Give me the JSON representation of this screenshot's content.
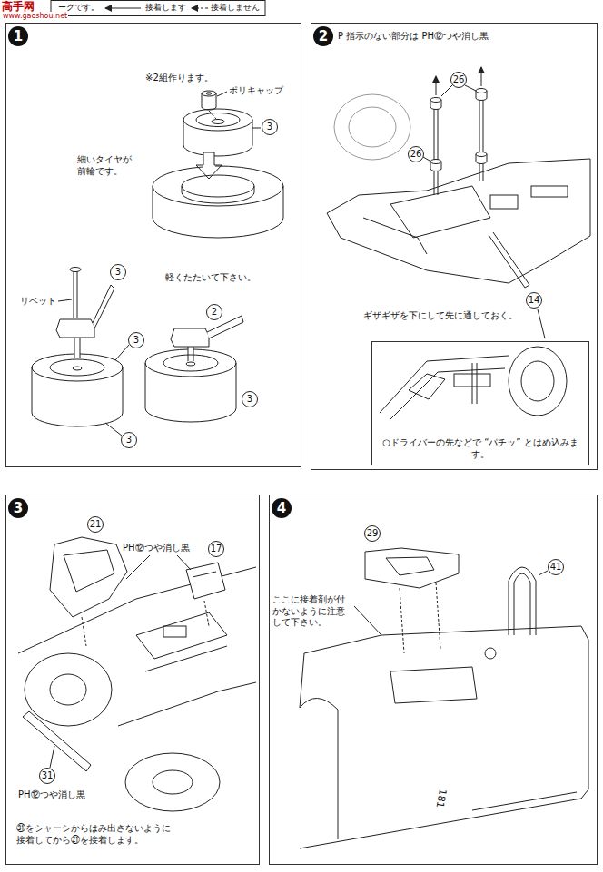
{
  "diagram": {
    "nodes": [
      {
        "text": [
          "1"
        ]
      },
      {
        "text": [
          "2"
        ]
      },
      {
        "text": [
          "○ドライバーの先などで “パチッ” とはめ込みます。"
        ],
        "in": 1
      },
      {
        "text": [
          "3"
        ]
      },
      {
        "text": [
          "4"
        ]
      }
    ],
    "labels": [
      "ークです。",
      "接着します",
      "接着しません",
      "高手网",
      "www.gaoshou.net",
      "※2組作ります。",
      "ポリキャップ",
      "3",
      "細いタイヤが 前輪です。",
      "軽くたたいて下さい。",
      "リベット",
      "3",
      "3",
      "2",
      "3",
      "3",
      "P 指示のない部分は PH⑫つや消し黒",
      "26",
      "26",
      "ギザギザを下にして先に通しておく。",
      "14",
      "21",
      "PH⑫つや消し黒",
      "17",
      "31",
      "PH⑫つや消し黒",
      "㉛をシャーシからはみ出さないように 接着してから㉑を接着します。",
      "29",
      "ここに接着剤が付 かないように注意 して下さい。",
      "41",
      "181"
    ]
  }
}
